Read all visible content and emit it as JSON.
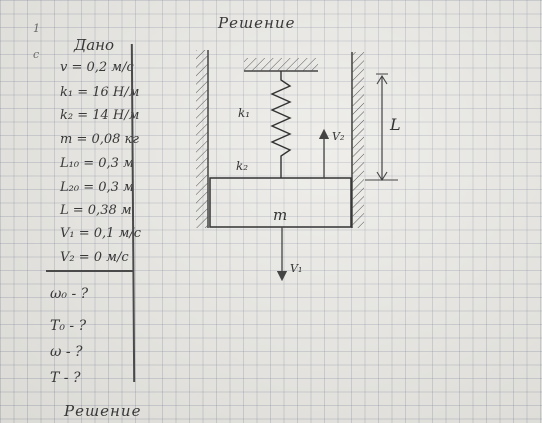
{
  "page": {
    "title": "Решение",
    "bottom_title": "Решение",
    "margin_marks": [
      "1",
      "c"
    ]
  },
  "given": {
    "header": "Дано",
    "rows": [
      "v = 0,2 м/с",
      "k₁ = 16 Н/м",
      "k₂ = 14 Н/м",
      "m = 0,08 кг",
      "L₁₀ = 0,3 м",
      "L₂₀ = 0,3 м",
      "L = 0,38 м",
      "V₁ = 0,1 м/с",
      "V₂ = 0 м/с"
    ],
    "unknowns": [
      "ω₀ - ?",
      "T₀ - ?",
      "ω - ?",
      "T - ?"
    ]
  },
  "diagram": {
    "label_k1": "k₁",
    "label_k2": "k₂",
    "label_mass": "m",
    "label_length": "L",
    "label_v1": "V₁",
    "label_v2": "V₂"
  }
}
